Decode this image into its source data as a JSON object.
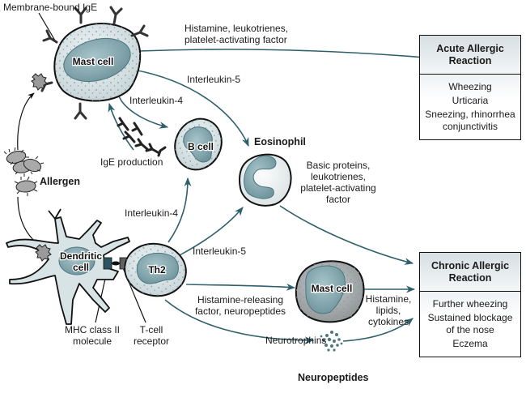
{
  "diagram": {
    "title": "Allergic reaction pathways",
    "nodes": {
      "mast_cell_top": "Mast cell",
      "b_cell": "B cell",
      "eosinophil": "Eosinophil",
      "allergen": "Allergen",
      "dendritic_cell_line1": "Dendritic",
      "dendritic_cell_line2": "cell",
      "th2": "Th2",
      "mast_cell_bottom": "Mast cell",
      "neuropeptides": "Neuropeptides"
    },
    "labels": {
      "membrane_bound_ige": "Membrane-bound IgE",
      "mast_mediators_line1": "Histamine, leukotrienes,",
      "mast_mediators_line2": "platelet-activating factor",
      "il5_top": "Interleukin-5",
      "il4_top": "Interleukin-4",
      "ige_production": "IgE production",
      "il4_bottom": "Interleukin-4",
      "il5_bottom": "Interleukin-5",
      "eos_mediators_line1": "Basic proteins,",
      "eos_mediators_line2": "leukotrienes,",
      "eos_mediators_line3": "platelet-activating",
      "eos_mediators_line4": "factor",
      "hrf_line1": "Histamine-releasing",
      "hrf_line2": "factor, neuropeptides",
      "mast2_mediators_line1": "Histamine,",
      "mast2_mediators_line2": "lipids,",
      "mast2_mediators_line3": "cytokines",
      "neurotrophins": "Neurotrophins",
      "mhc_line1": "MHC class II",
      "mhc_line2": "molecule",
      "tcr_line1": "T-cell",
      "tcr_line2": "receptor"
    },
    "acute_box": {
      "title_line1": "Acute Allergic",
      "title_line2": "Reaction",
      "items": [
        "Wheezing",
        "Urticaria",
        "Sneezing, rhinorrhea",
        "conjunctivitis"
      ]
    },
    "chronic_box": {
      "title_line1": "Chronic Allergic",
      "title_line2": "Reaction",
      "items": [
        "Further wheezing",
        "Sustained blockage",
        "of the nose",
        "Eczema"
      ]
    },
    "colors": {
      "arrow": "#2e5f6b",
      "cell_fill": "#dfe8ea",
      "nucleus": "#7a9ea6",
      "outline": "#111111",
      "box_head": "#dbe3e6"
    }
  }
}
